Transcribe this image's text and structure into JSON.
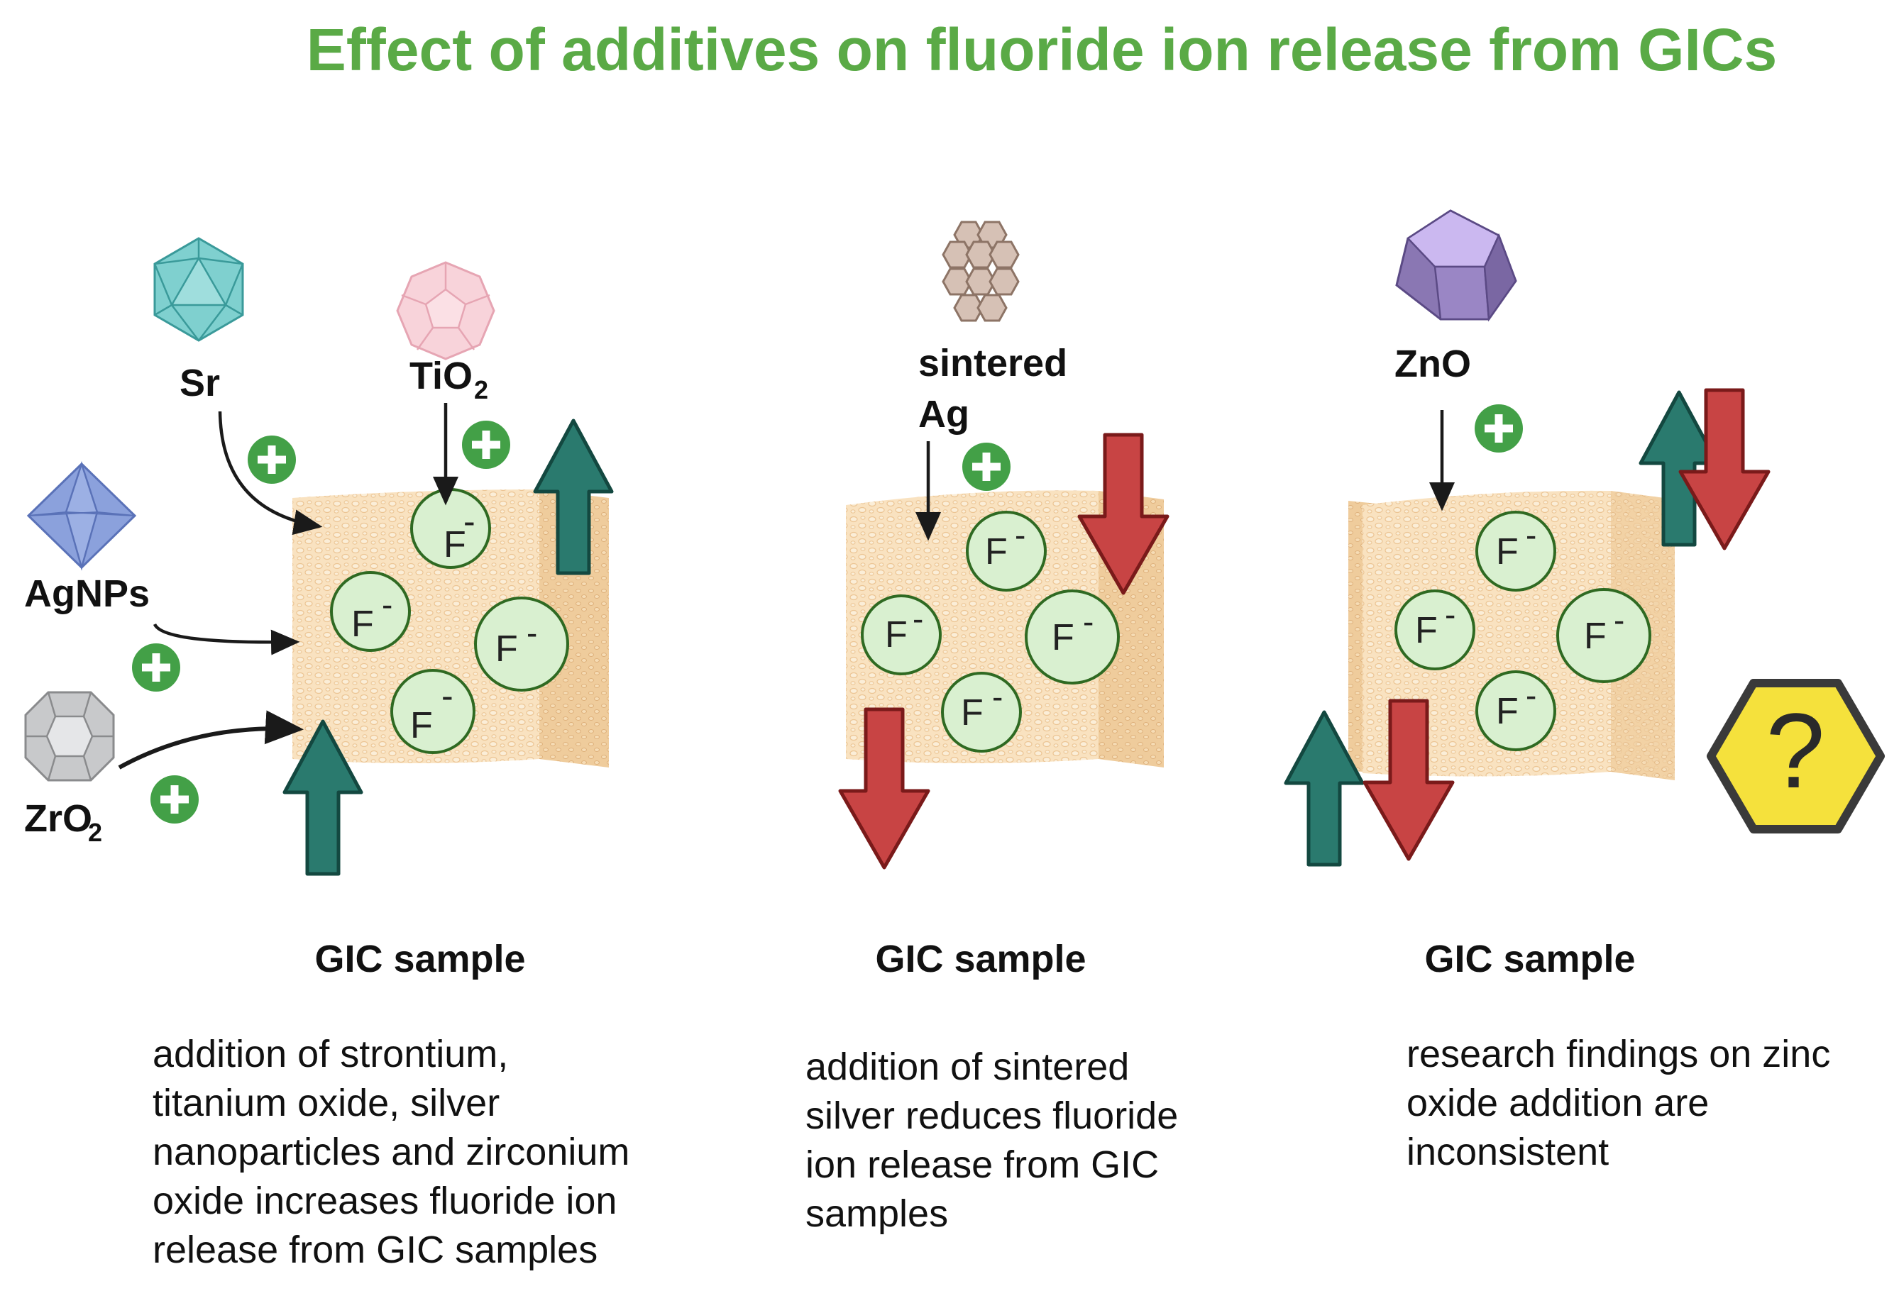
{
  "title": "Effect of additives on fluoride ion release from GICs",
  "colors": {
    "title": "#5aaa46",
    "increase": "#2a7a6e",
    "decrease": "#c84444",
    "plus": "#43a047",
    "warning": "#f5e13c",
    "sample": "#f7dcb4",
    "ion": "#d9f0d0"
  },
  "panels": [
    {
      "additives": [
        "Sr",
        "TiO",
        "2",
        "AgNPs",
        "ZrO",
        "2"
      ],
      "sample_label": "GIC sample",
      "ion": {
        "symbol": "F",
        "charge": "-"
      },
      "description": [
        "addition of strontium,",
        "titanium oxide, silver",
        "nanoparticles and zirconium",
        "oxide increases fluoride ion",
        "release from GIC samples"
      ],
      "icons": [
        "icosahedron-icon",
        "dodecahedron-icon",
        "octahedron-icon",
        "truncated-octahedron-icon",
        "plus-icon",
        "up-arrow-icon"
      ]
    },
    {
      "additives": [
        "sintered",
        "Ag"
      ],
      "sample_label": "GIC sample",
      "ion": {
        "symbol": "F",
        "charge": "-"
      },
      "description": [
        "addition of sintered",
        "silver reduces fluoride",
        "ion release from GIC",
        "samples"
      ],
      "icons": [
        "hexagon-cluster-icon",
        "plus-icon",
        "down-arrow-icon"
      ]
    },
    {
      "additives": [
        "ZnO"
      ],
      "sample_label": "GIC sample",
      "ion": {
        "symbol": "F",
        "charge": "-"
      },
      "description": [
        "research findings on zinc",
        "oxide addition are",
        "inconsistent"
      ],
      "icons": [
        "rhombic-crystal-icon",
        "plus-icon",
        "up-arrow-icon",
        "down-arrow-icon",
        "question-hexagon-icon"
      ],
      "question": "?"
    }
  ]
}
